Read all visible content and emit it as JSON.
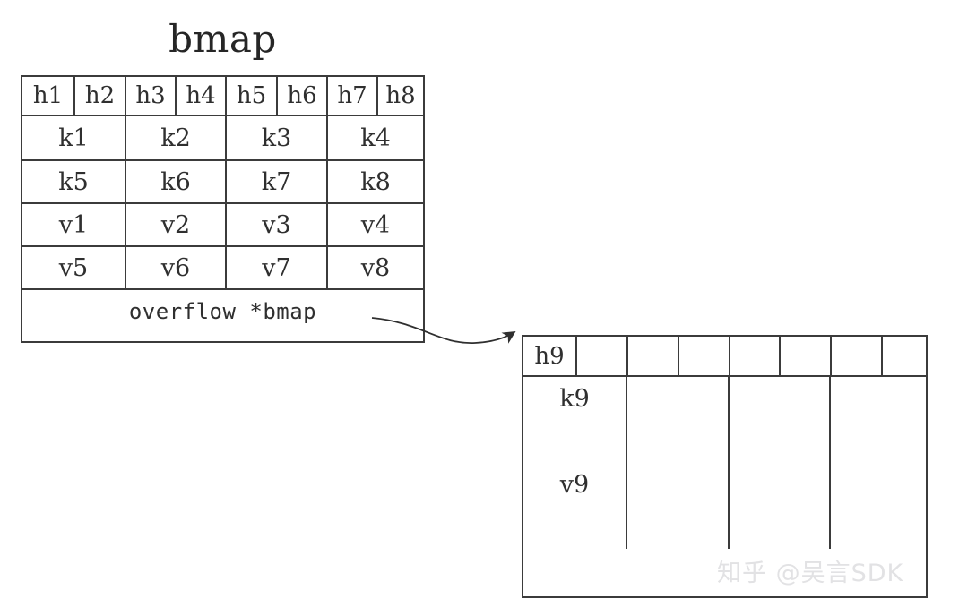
{
  "diagram": {
    "title": "bmap",
    "watermark": "知乎 @吴言SDK",
    "accent_line_color": "#3b3b3b",
    "text_color": "#2f2f2f",
    "watermark_color": "#e2e2e4",
    "background_color": "#ffffff"
  },
  "bmap": {
    "tophash_row": [
      "h1",
      "h2",
      "h3",
      "h4",
      "h5",
      "h6",
      "h7",
      "h8"
    ],
    "keys_row_1": [
      "k1",
      "k2",
      "k3",
      "k4"
    ],
    "keys_row_2": [
      "k5",
      "k6",
      "k7",
      "k8"
    ],
    "values_row_1": [
      "v1",
      "v2",
      "v3",
      "v4"
    ],
    "values_row_2": [
      "v5",
      "v6",
      "v7",
      "v8"
    ],
    "overflow_label": "overflow  *bmap"
  },
  "overflow_bmap": {
    "tophash_row": [
      "h9",
      "",
      "",
      "",
      "",
      "",
      "",
      ""
    ],
    "keys_row_1": [
      "k9",
      "",
      "",
      ""
    ],
    "keys_row_2": [
      "",
      "",
      "",
      ""
    ],
    "values_row_1": [
      "v9",
      "",
      "",
      ""
    ],
    "values_row_2": [
      "",
      "",
      "",
      ""
    ],
    "overflow_label": ""
  }
}
